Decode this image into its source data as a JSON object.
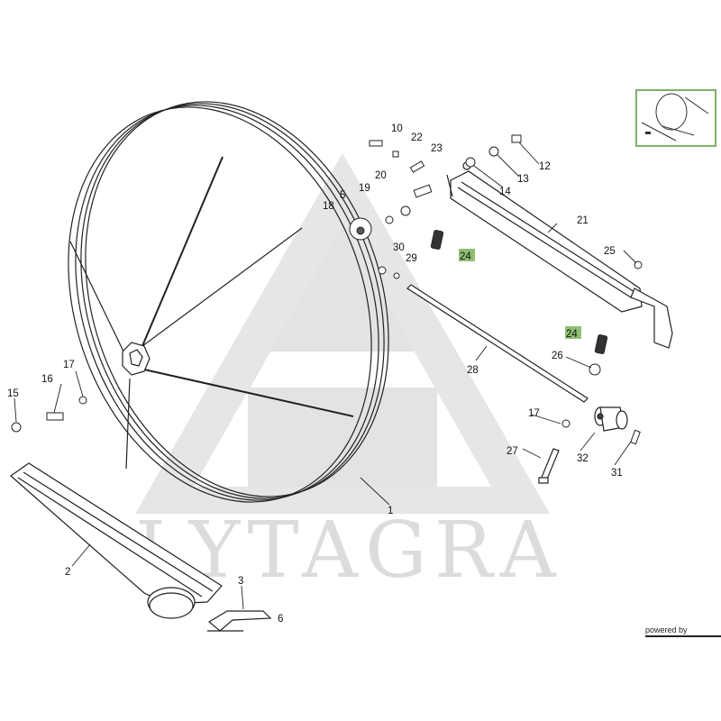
{
  "watermark": {
    "text": "LYTAGRA"
  },
  "footer": {
    "powered_by": "powered by"
  },
  "callouts": {
    "c1": "1",
    "c2": "2",
    "c3": "3",
    "c5": "5",
    "c6": "6",
    "c10": "10",
    "c12": "12",
    "c13": "13",
    "c14": "14",
    "c15": "15",
    "c16": "16",
    "c17a": "17",
    "c17b": "17",
    "c18": "18",
    "c19": "19",
    "c20": "20",
    "c21": "21",
    "c22": "22",
    "c23": "23",
    "c24a": "24",
    "c24b": "24",
    "c25": "25",
    "c26": "26",
    "c27": "27",
    "c28": "28",
    "c29": "29",
    "c30": "30",
    "c31": "31",
    "c32": "32"
  },
  "highlight_color": "#8fbf73"
}
